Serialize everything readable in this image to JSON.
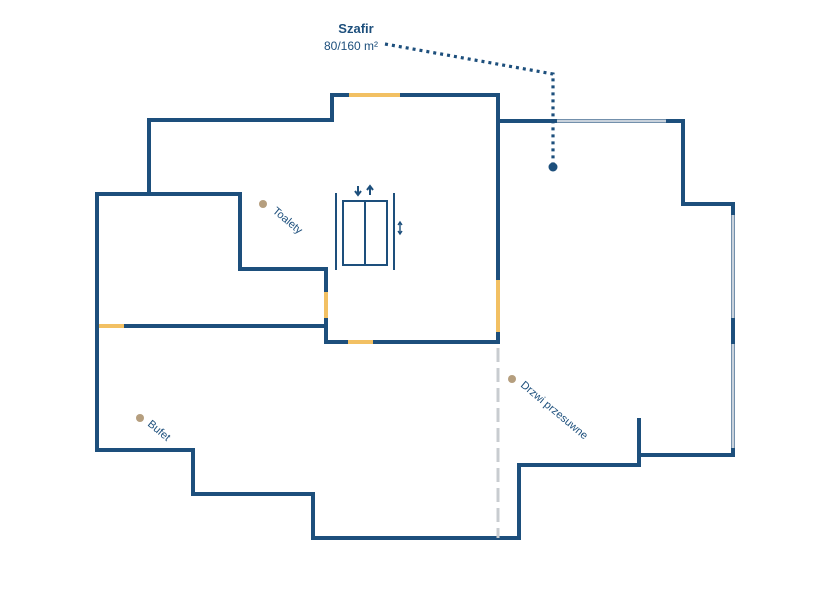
{
  "room": {
    "name": "Szafir",
    "area": "80/160 m²"
  },
  "labels": {
    "toilets": "Toalety",
    "buffet": "Bufet",
    "sliding_doors": "Drzwi przesuwne"
  },
  "colors": {
    "walls": "#1d4f7c",
    "doors": "#f2c063",
    "glazing": "#c9d2dc",
    "sliding_partition": "#c8ccd0",
    "markers": "#b59e7e"
  },
  "icons": {
    "elevator": "elevator-icon",
    "elevator_arrows": "up-down-arrows-icon",
    "location_marker": "dot-marker-icon"
  }
}
